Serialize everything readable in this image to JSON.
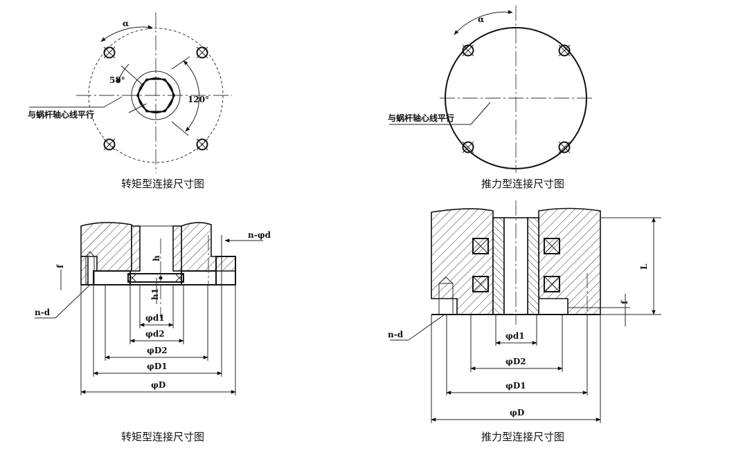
{
  "torque_top": {
    "alpha": "α",
    "angle_58": "58°",
    "angle_120": "120°",
    "parallel_note": "与蜗杆轴心线平行",
    "caption": "转矩型连接尺寸图"
  },
  "thrust_top": {
    "alpha": "α",
    "parallel_note": "与蜗杆轴心线平行",
    "caption": "推力型连接尺寸图"
  },
  "torque_section": {
    "n_phi_d": "n-φd",
    "f": "f",
    "h": "h",
    "h1": "h1",
    "n_d": "n-d",
    "phi_d1": "φd1",
    "phi_d2": "φd2",
    "phi_D2": "φD2",
    "phi_D1": "φD1",
    "phi_D": "φD",
    "caption": "转矩型连接尺寸图"
  },
  "thrust_section": {
    "L": "L",
    "f": "f",
    "n_d": "n-d",
    "phi_d1": "φd1",
    "phi_D2": "φD2",
    "phi_D1": "φD1",
    "phi_D": "φD",
    "caption": "推力型连接尺寸图"
  }
}
